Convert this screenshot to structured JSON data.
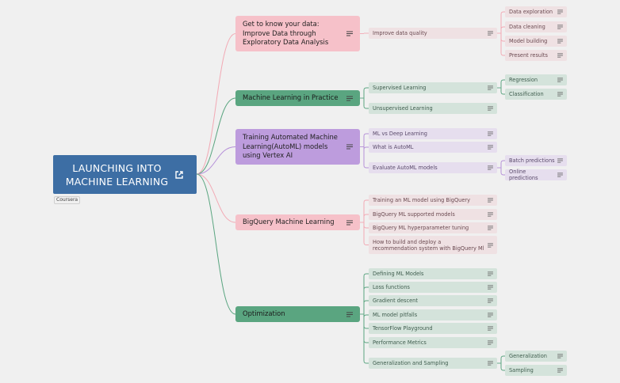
{
  "root": {
    "title": "LAUNCHING INTO\nMACHINE LEARNING",
    "tag": "Coursera",
    "icon": "external-link-icon"
  },
  "colors": {
    "root": "#3d6ea4",
    "pink": "#f6c1c9",
    "green": "#5aa580",
    "purple": "#bd9cdd",
    "pink_line": "#f2a9b4",
    "green_line": "#5aa580",
    "purple_line": "#b58fd8"
  },
  "branches": [
    {
      "id": "eda",
      "label": "Get to know your data: Improve Data through Exploratory Data Analysis",
      "color": "pink",
      "children": [
        {
          "label": "Improve data quality",
          "children": [
            "Data exploration",
            "Data cleaning",
            "Model building",
            "Present results"
          ]
        }
      ]
    },
    {
      "id": "mlp",
      "label": "Machine Learning in Practice",
      "color": "green",
      "children": [
        {
          "label": "Supervised Learning",
          "children": [
            "Regression",
            "Classification"
          ]
        },
        {
          "label": "Unsupervised Learning",
          "children": []
        }
      ]
    },
    {
      "id": "automl",
      "label": "Training Automated Machine Learning(AutoML) models using Vertex AI",
      "color": "purple",
      "children": [
        {
          "label": "ML vs Deep Learning",
          "children": []
        },
        {
          "label": "What is AutoML",
          "children": []
        },
        {
          "label": "Evaluate AutoML models",
          "children": [
            "Batch predictions",
            "Online predictions"
          ]
        }
      ]
    },
    {
      "id": "bqml",
      "label": "BigQuery Machine Learning",
      "color": "pink",
      "children": [
        {
          "label": "Training an ML model using BigQuery",
          "children": []
        },
        {
          "label": "BigQuery ML supported models",
          "children": []
        },
        {
          "label": "BigQuery ML hyperparameter tuning",
          "children": []
        },
        {
          "label": "How to build and deploy a recommendation system with BigQuery Ml",
          "children": []
        }
      ]
    },
    {
      "id": "opt",
      "label": "Optimization",
      "color": "green",
      "children": [
        {
          "label": "Defining ML Models",
          "children": []
        },
        {
          "label": "Loss functions",
          "children": []
        },
        {
          "label": "Gradient descent",
          "children": []
        },
        {
          "label": "ML model pitfalls",
          "children": []
        },
        {
          "label": "TensorFlow Playground",
          "children": []
        },
        {
          "label": "Performance Metrics",
          "children": []
        },
        {
          "label": "Generalization and Sampling",
          "children": [
            "Generalization",
            "Sampling"
          ]
        }
      ]
    }
  ]
}
